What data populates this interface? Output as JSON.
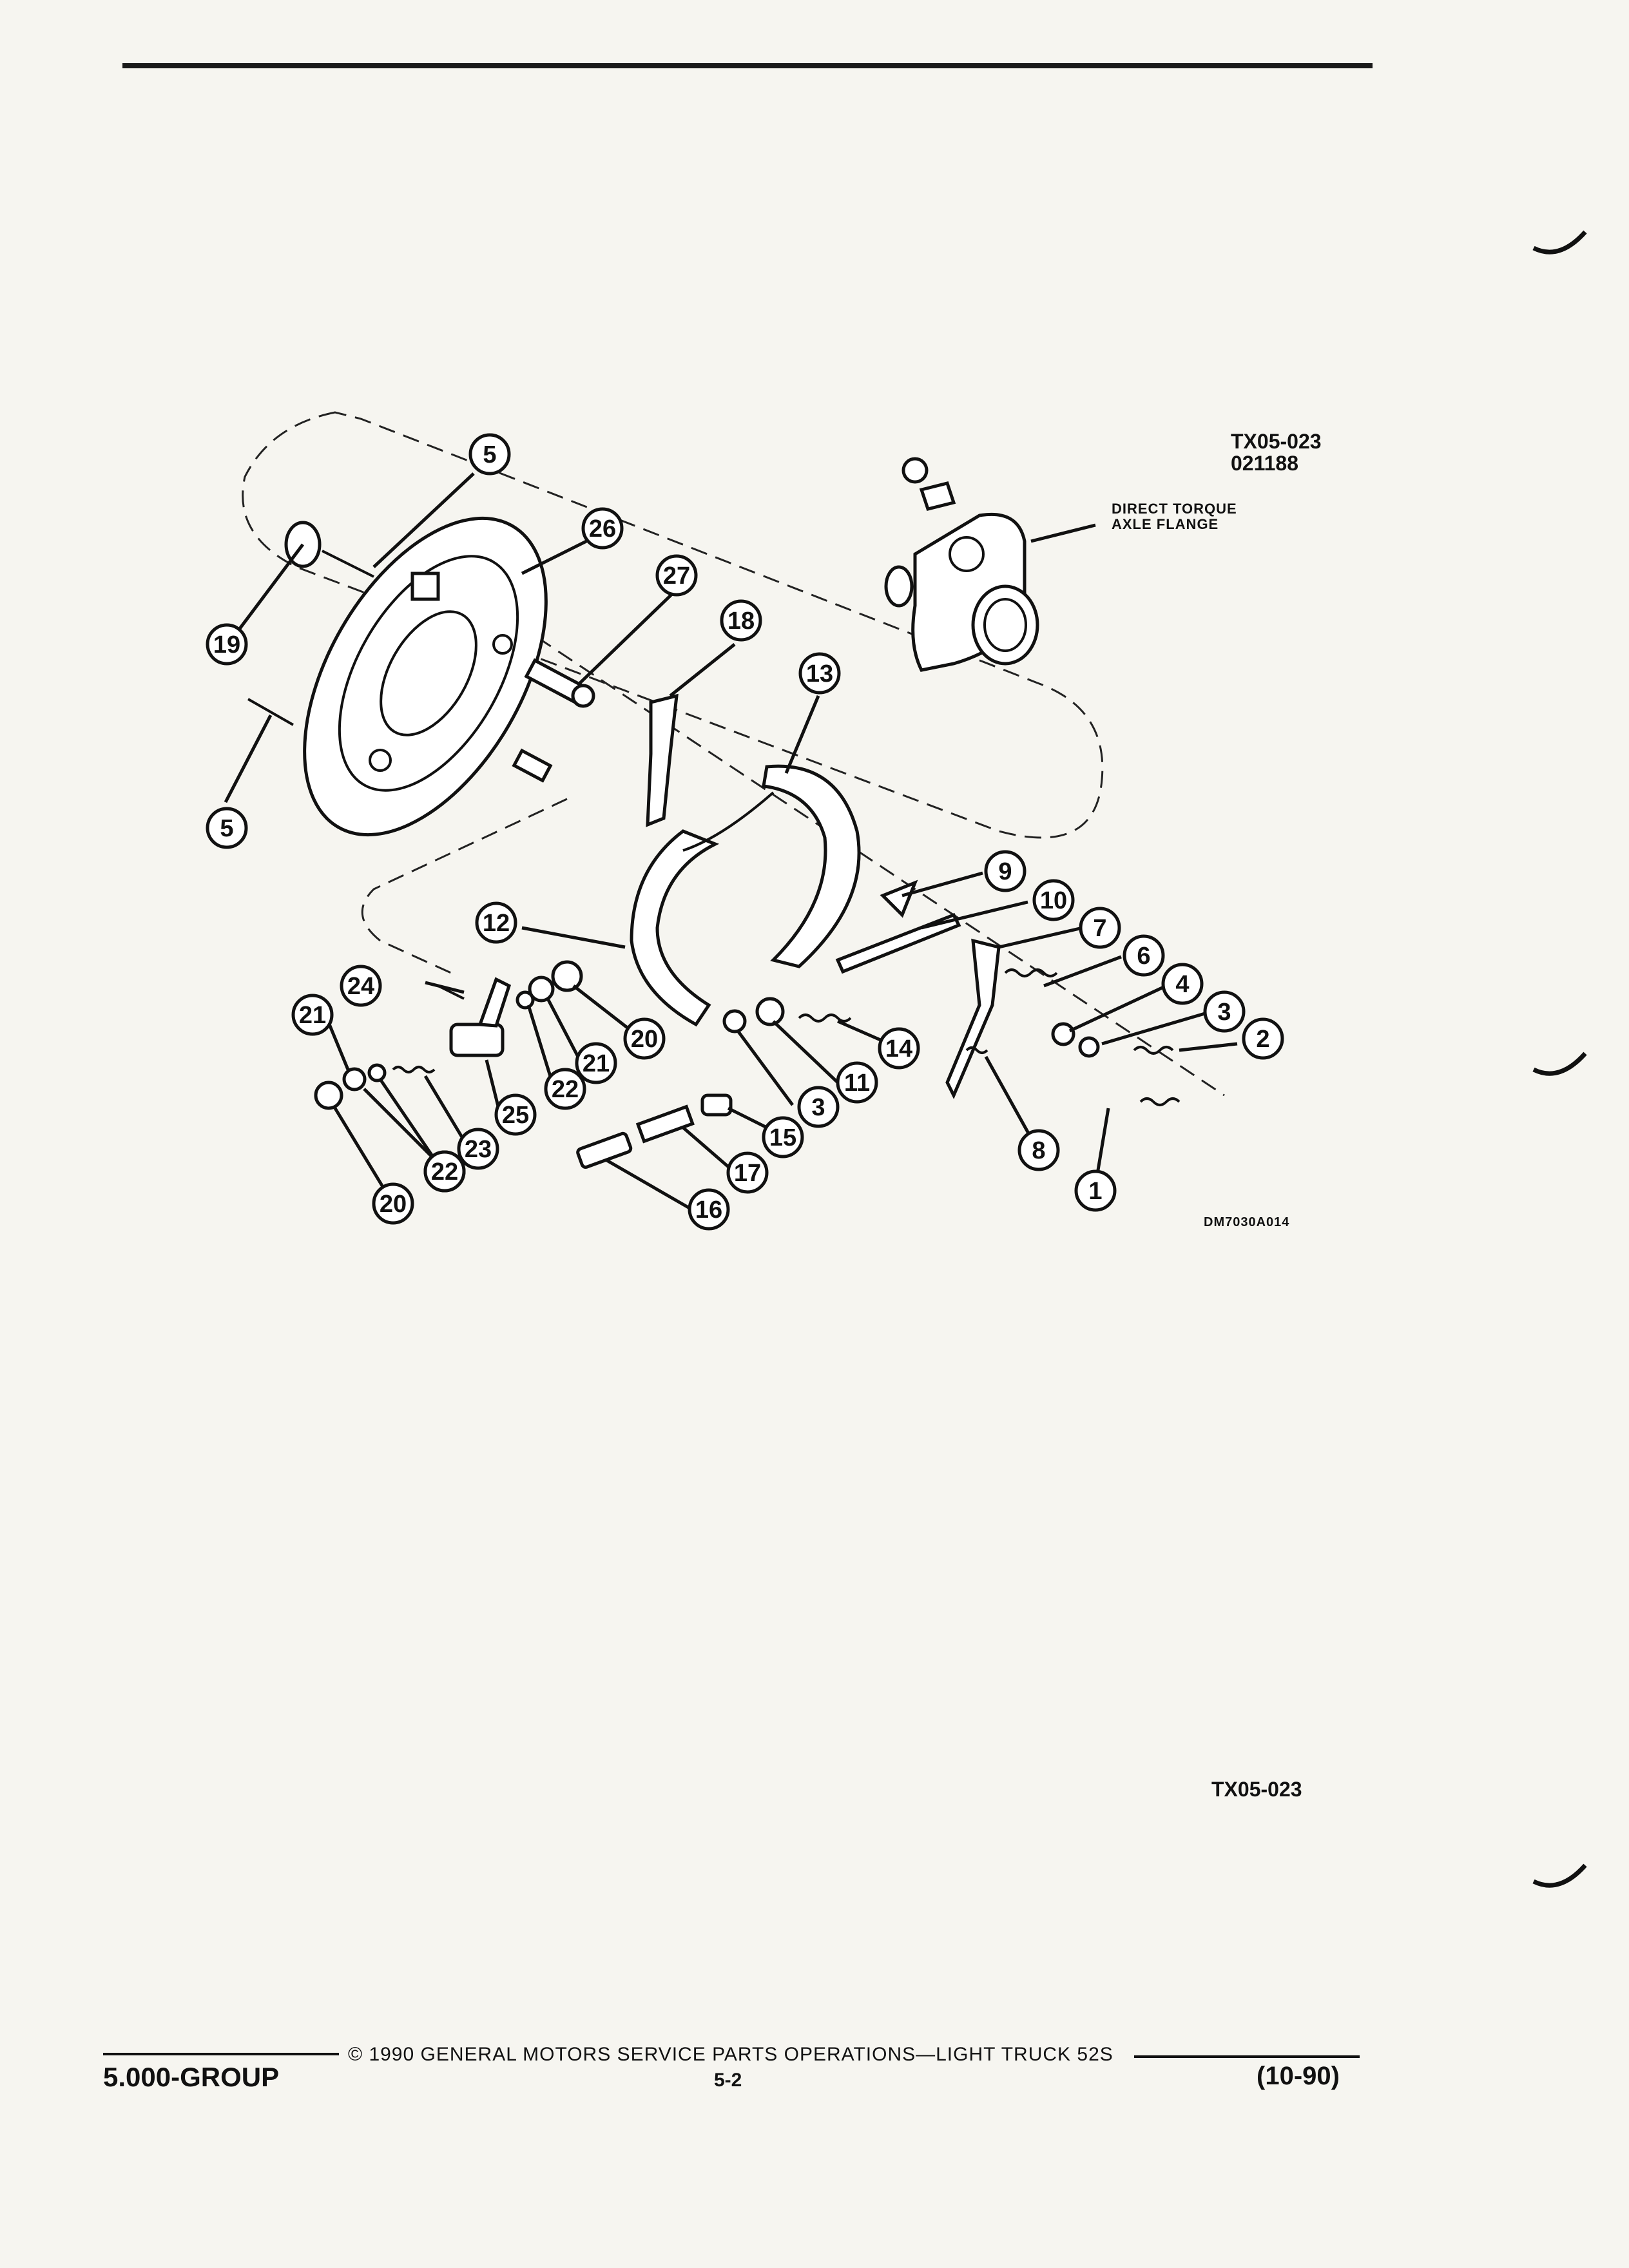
{
  "figure": {
    "id_top": "TX05-023",
    "date_code": "021188",
    "drawing_number": "DM7030A014",
    "id_bottom": "TX05-023",
    "note_line1": "DIRECT TORQUE",
    "note_line2": "AXLE FLANGE"
  },
  "callouts": [
    "5",
    "26",
    "27",
    "18",
    "13",
    "19",
    "5",
    "9",
    "10",
    "7",
    "6",
    "4",
    "3",
    "2",
    "12",
    "24",
    "21",
    "20",
    "21",
    "22",
    "11",
    "14",
    "3",
    "25",
    "22",
    "23",
    "15",
    "17",
    "16",
    "8",
    "1",
    "20",
    "22"
  ],
  "footer": {
    "copyright": "© 1990 GENERAL MOTORS SERVICE PARTS OPERATIONS—LIGHT TRUCK 52S",
    "group": "5.000-GROUP",
    "page": "5-2",
    "revision": "(10-90)"
  },
  "icons": [
    "scan-mark-icon"
  ]
}
